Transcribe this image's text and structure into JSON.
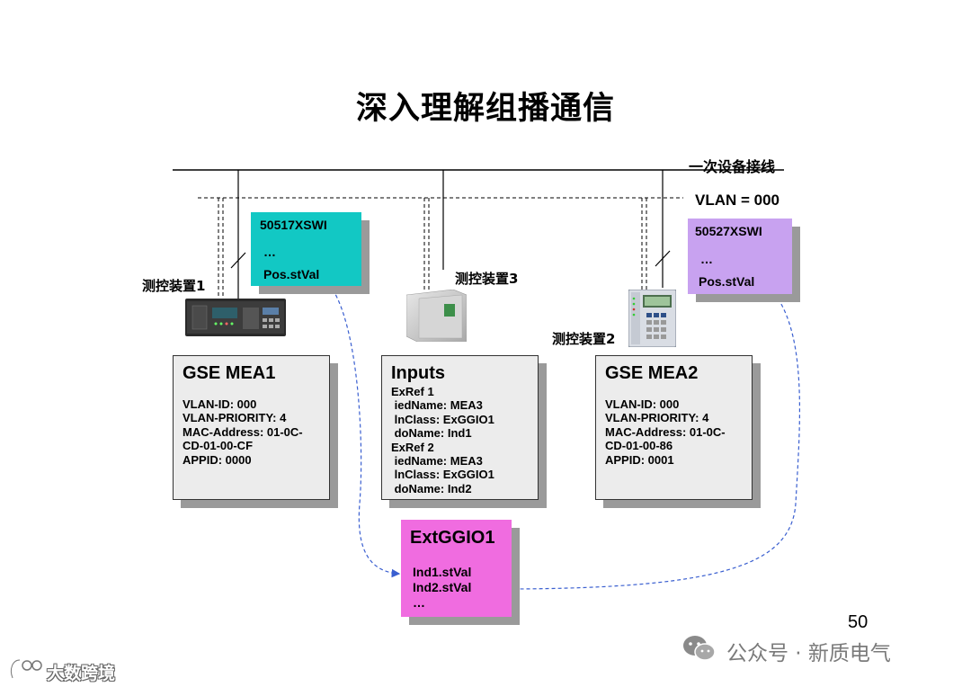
{
  "title": "深入理解组播通信",
  "bus": {
    "primary_label": "一次设备接线",
    "vlan_label": "VLAN = 000"
  },
  "devices": {
    "device1_label": "测控装置1",
    "device2_label": "测控装置2",
    "device3_label": "测控装置3"
  },
  "xswi_left": {
    "name": "50517XSWI",
    "dots": "…",
    "attr": "Pos.stVal"
  },
  "xswi_right": {
    "name": "50527XSWI",
    "dots": "…",
    "attr": "Pos.stVal"
  },
  "gse_mea1": {
    "title": "GSE MEA1",
    "lines": [
      "VLAN-ID: 000",
      "VLAN-PRIORITY: 4",
      "MAC-Address: 01-0C-",
      "CD-01-00-CF",
      "APPID: 0000"
    ]
  },
  "inputs": {
    "title": "Inputs",
    "lines": [
      "ExRef 1",
      " iedName: MEA3",
      " lnClass: ExGGIO1",
      " doName: Ind1",
      "ExRef 2",
      " iedName: MEA3",
      " lnClass: ExGGIO1",
      " doName: Ind2"
    ]
  },
  "gse_mea2": {
    "title": "GSE MEA2",
    "lines": [
      "VLAN-ID: 000",
      "VLAN-PRIORITY: 4",
      "MAC-Address: 01-0C-",
      "CD-01-00-86",
      "APPID: 0001"
    ]
  },
  "extggio": {
    "title": "ExtGGIO1",
    "lines": [
      "Ind1.stVal",
      "Ind2.stVal",
      "…"
    ]
  },
  "page_number": "50",
  "footer": {
    "brand": "公众号 · 新质电气",
    "left_watermark": "大数跨境"
  },
  "colors": {
    "cyan": "#12c8c4",
    "lavender": "#c8a2f0",
    "magenta": "#f06ce0",
    "arrow": "#3a5fd0"
  }
}
